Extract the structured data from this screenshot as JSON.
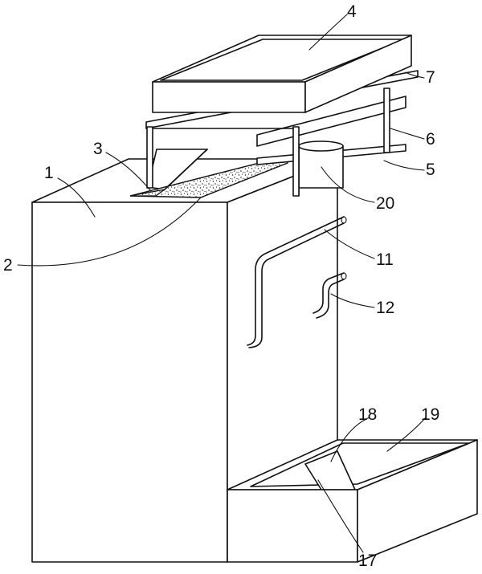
{
  "callouts": {
    "c1": "1",
    "c2": "2",
    "c3": "3",
    "c4": "4",
    "c5": "5",
    "c6": "6",
    "c7": "7",
    "c11": "11",
    "c12": "12",
    "c17": "17",
    "c18": "18",
    "c19": "19",
    "c20": "20"
  },
  "colors": {
    "line": "#111111",
    "background": "#ffffff",
    "chute_fill": "#d9d9d9"
  }
}
